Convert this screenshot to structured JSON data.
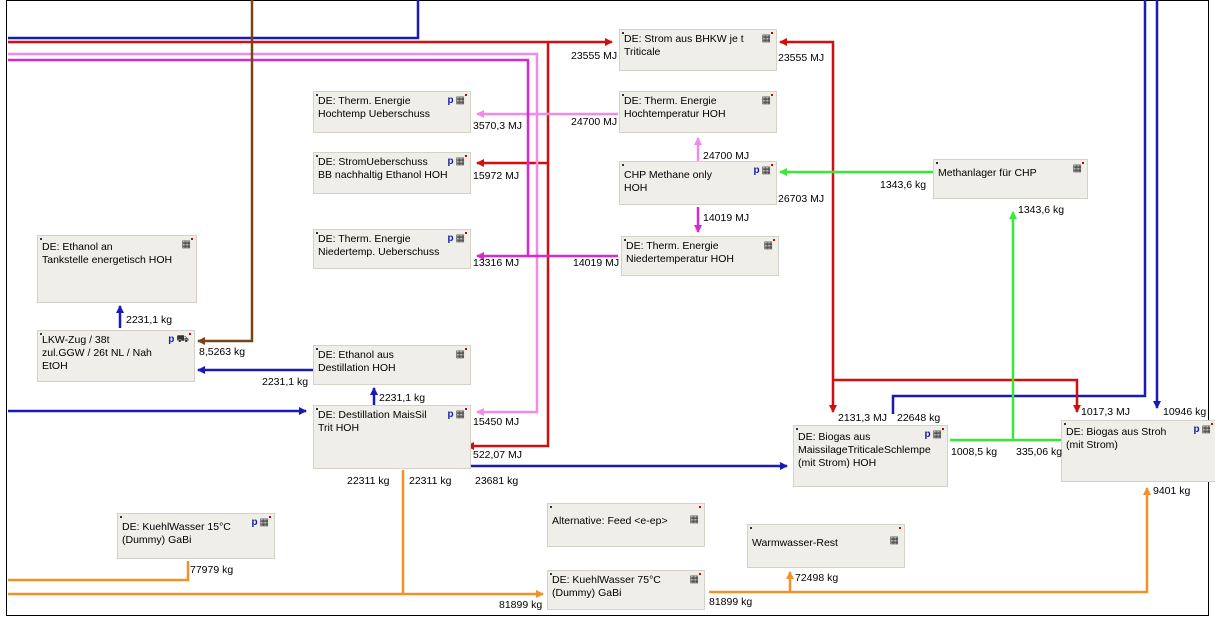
{
  "colors": {
    "electricity": "#d01010",
    "heat_high": "#f08ce8",
    "heat_low": "#d828d0",
    "methane": "#3ae83a",
    "blue_material": "#1a1ab8",
    "water": "#f0922a",
    "ethanol_brown": "#7a4418"
  },
  "processes": {
    "strom_bhkw": {
      "l1": "DE: Strom aus BHKW je t",
      "l2": "Triticale",
      "icon": "p-gear"
    },
    "therm_hochtemp_ueb": {
      "l1": "DE: Therm. Energie",
      "l2": "Hochtemp Ueberschuss",
      "icon": "p-gear"
    },
    "therm_hochtemp_hoh": {
      "l1": "DE: Therm. Energie",
      "l2": "Hochtemperatur HOH",
      "icon": "gear"
    },
    "strom_ueberschuss": {
      "l1": "DE: StromUeberschuss",
      "l2": "BB nachhaltig Ethanol HOH",
      "icon": "p-gear"
    },
    "chp_methane": {
      "l1": "CHP Methane only",
      "l2": "HOH",
      "icon": "p-gear"
    },
    "methanlager": {
      "l1": "Methanlager für CHP",
      "icon": "gear"
    },
    "ethanol_tankstelle": {
      "l1": "DE: Ethanol an",
      "l2": "Tankstelle energetisch HOH",
      "icon": "gear"
    },
    "therm_niedertemp_ueb": {
      "l1": "DE: Therm. Energie",
      "l2": "Niedertemp. Ueberschuss",
      "icon": "p-gear"
    },
    "therm_niedertemp_hoh": {
      "l1": "DE: Therm. Energie",
      "l2": "Niedertemperatur HOH",
      "icon": "gear"
    },
    "lkw_zug": {
      "l1": "LKW-Zug / 38t",
      "l2": "zul.GGW / 26t NL / Nah",
      "l3": "EtOH",
      "icon": "p-truck"
    },
    "ethanol_destillation": {
      "l1": "DE: Ethanol aus",
      "l2": "Destillation HOH",
      "icon": "gear"
    },
    "destillation_maissil": {
      "l1": "DE: Destillation MaisSil",
      "l2": "Trit HOH",
      "icon": "p-gear"
    },
    "biogas_maissilage": {
      "l1": "DE: Biogas aus",
      "l2": "MaissilageTriticaleSchlempe",
      "l3": "(mit Strom) HOH",
      "icon": "p-gear"
    },
    "biogas_stroh": {
      "l1": "DE: Biogas aus Stroh",
      "l2": "(mit Strom)",
      "icon": "p-gear"
    },
    "kuehlwasser_15": {
      "l1": "DE: KuehlWasser 15°C",
      "l2": "(Dummy) GaBi",
      "icon": "p-gear"
    },
    "alternative_feed": {
      "l1": "Alternative: Feed <e-ep>",
      "icon": "gear"
    },
    "warmwasser_rest": {
      "l1": "Warmwasser-Rest",
      "icon": "gear"
    },
    "kuehlwasser_75": {
      "l1": "DE: KuehlWasser 75°C",
      "l2": "(Dummy) GaBi",
      "icon": "gear"
    }
  },
  "flow_labels": {
    "strom_in_left": "23555 MJ",
    "strom_in_right": "23555 MJ",
    "hochtemp_ueb": "3570,3 MJ",
    "hochtemp_hoh_out": "24700 MJ",
    "chp_hochtemp": "24700 MJ",
    "strom_ueb": "15972 MJ",
    "chp_strom": "26703 MJ",
    "methan_out": "1343,6 kg",
    "methan_in": "1343,6 kg",
    "chp_niedertemp": "14019 MJ",
    "niedertemp_ueb": "13316 MJ",
    "niedertemp_hoh_out": "14019 MJ",
    "ethanol_2231_a": "2231,1 kg",
    "lkw_input": "8,5263 kg",
    "ethanol_2231_b": "2231,1 kg",
    "ethanol_2231_c": "2231,1 kg",
    "destill_heat": "15450 MJ",
    "destill_strom": "522,07 MJ",
    "destill_out_a": "22311 kg",
    "destill_out_b": "22311 kg",
    "destill_out_c": "23681 kg",
    "biogas_strom": "2131,3 MJ",
    "biogas_blue": "22648 kg",
    "biogas_1008": "1008,5 kg",
    "biogas_335": "335,06 kg",
    "stroh_strom": "1017,3 MJ",
    "stroh_blue": "10946 kg",
    "stroh_water": "9401 kg",
    "kw15_out": "77979 kg",
    "warmwasser_in": "72498 kg",
    "kw75_in": "81899 kg",
    "kw75_out": "81899 kg"
  }
}
